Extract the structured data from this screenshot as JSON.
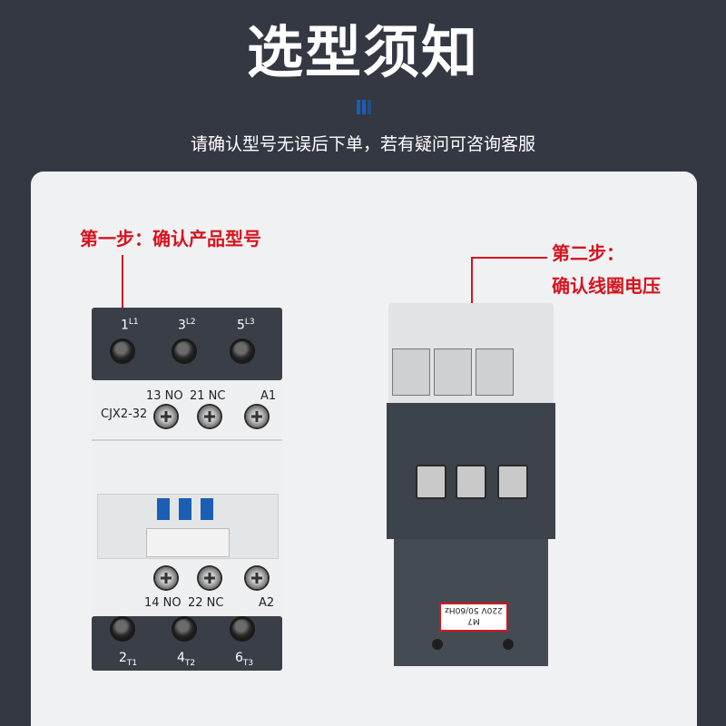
{
  "header": {
    "title": "选型须知",
    "subtitle": "请确认型号无误后下单，若有疑问可咨询客服",
    "accent_colors": [
      "#1a5fb4",
      "#d7131e"
    ]
  },
  "card": {
    "step1": "第一步：确认产品型号",
    "step2_line1": "第二步：",
    "step2_line2": "确认线圈电压"
  },
  "device_left": {
    "top_terminals": [
      "1",
      "L1",
      "3",
      "L2",
      "5",
      "L3"
    ],
    "aux_top": "13 NO",
    "aux_top2": "21 NC",
    "coil_top": "A1",
    "model": "CJX2-32",
    "aux_bottom": "14 NO",
    "aux_bottom2": "22 NC",
    "coil_bottom": "A2",
    "bottom_terminals": [
      "2",
      "T1",
      "4",
      "T2",
      "6",
      "T3"
    ]
  },
  "device_right": {
    "coil_code": "M7",
    "coil_rating": "220V 50/60Hz"
  }
}
